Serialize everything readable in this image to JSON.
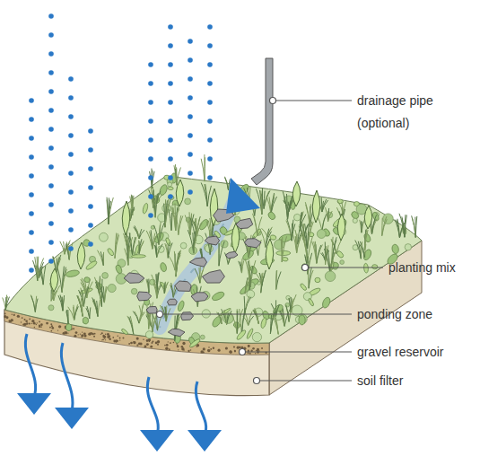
{
  "diagram": {
    "labels": [
      "drainage pipe (optional)",
      "planting mix",
      "ponding zone",
      "gravel reservoir",
      "soil filter"
    ]
  }
}
